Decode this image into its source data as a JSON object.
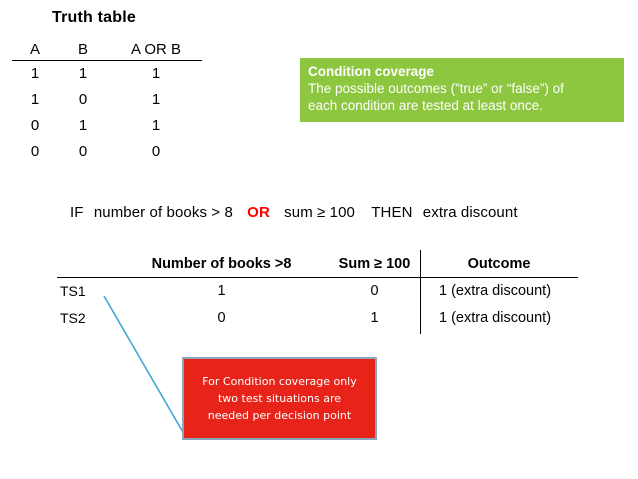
{
  "slide": {
    "background_color": "#ffffff"
  },
  "truth_table": {
    "title": "Truth table",
    "columns": [
      "A",
      "B",
      "A OR B"
    ],
    "rows": [
      [
        "1",
        "1",
        "1"
      ],
      [
        "1",
        "0",
        "1"
      ],
      [
        "0",
        "1",
        "1"
      ],
      [
        "0",
        "0",
        "0"
      ]
    ]
  },
  "condition_coverage": {
    "title": "Condition coverage",
    "line1": "The possible outcomes (”true” or “false”) of",
    "line2": "each condition are tested at least once.",
    "background_color": "#8dc63f",
    "text_color": "#ffffff"
  },
  "decision_statement": {
    "keyword_if": "IF",
    "condition_a": "number of books > 8",
    "operator": "OR",
    "operator_color": "#ff0000",
    "condition_b": "sum ≥ 100",
    "keyword_then": "THEN",
    "action": "extra discount"
  },
  "test_table": {
    "headers": [
      "",
      "Number of books >8",
      "Sum ≥ 100",
      "Outcome"
    ],
    "rows": [
      {
        "label": "TS1",
        "books": "1",
        "sum": "0",
        "outcome": "1 (extra discount)"
      },
      {
        "label": "TS2",
        "books": "0",
        "sum": "1",
        "outcome": "1 (extra discount)"
      }
    ]
  },
  "callout": {
    "line1": "For Condition coverage only",
    "line2": "two test situations are",
    "line3": "needed per decision point",
    "background_color": "#e8241a",
    "border_color": "#8aa6bd",
    "text_color": "#ffffff"
  },
  "connector": {
    "color": "#3fa9d4"
  }
}
